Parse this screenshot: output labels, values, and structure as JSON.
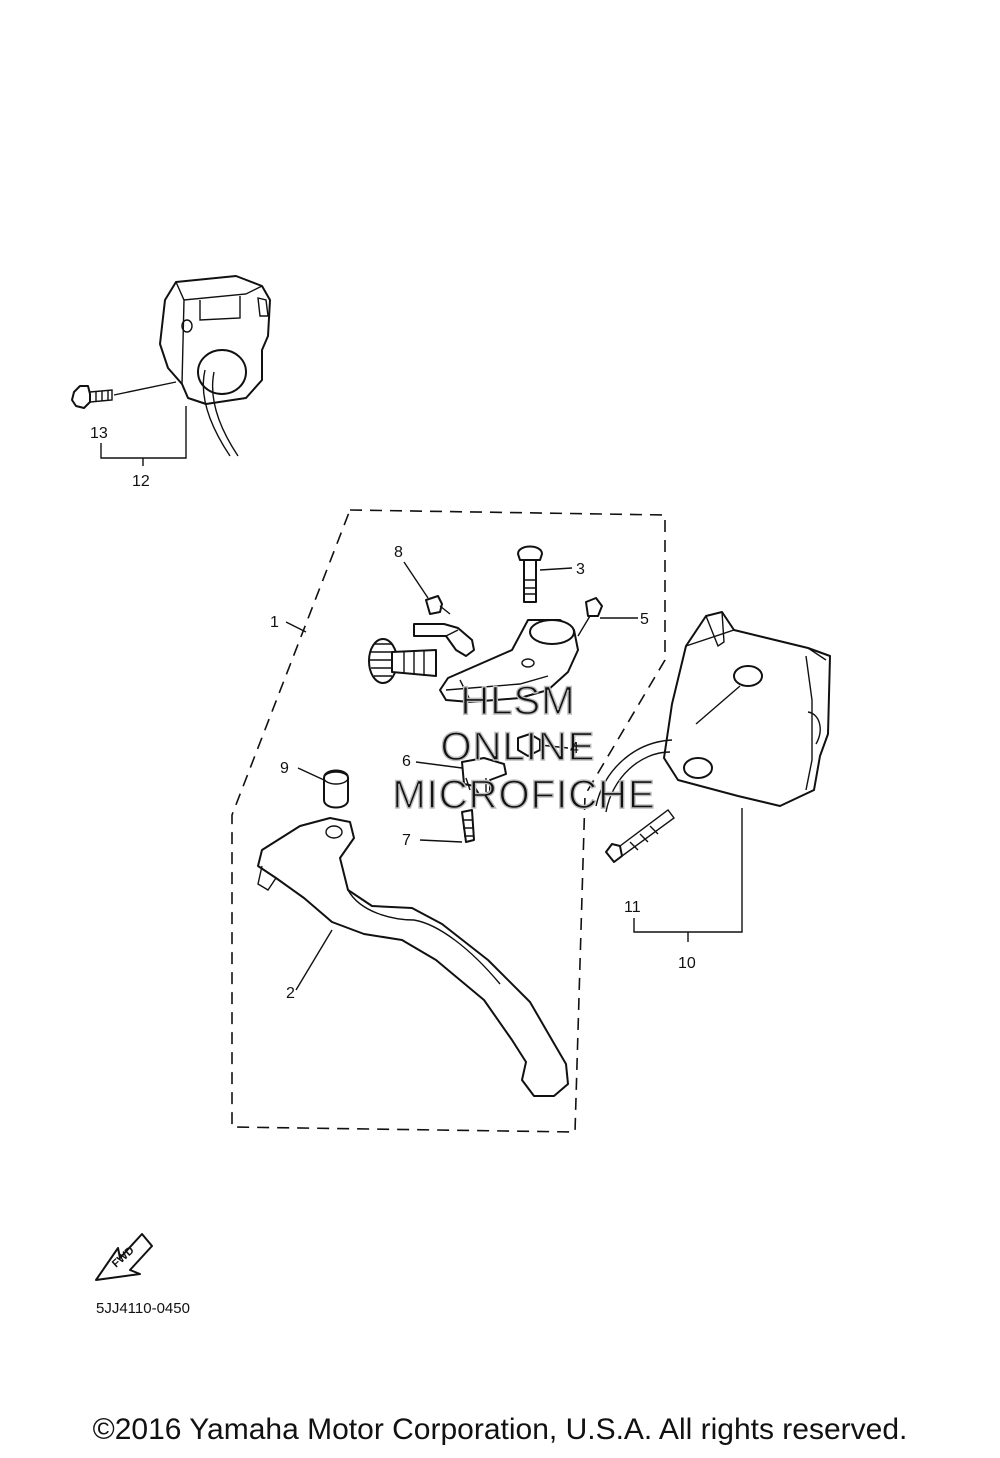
{
  "diagram": {
    "part_labels": {
      "p1": "1",
      "p2": "2",
      "p3": "3",
      "p4": "4",
      "p5": "5",
      "p6": "6",
      "p7": "7",
      "p8": "8",
      "p9": "9",
      "p10": "10",
      "p11": "11",
      "p12": "12",
      "p13": "13"
    },
    "fwd_arrow_text": "FWD",
    "drawing_code": "5JJ4110-0450",
    "watermark": [
      "HLSM",
      "ONLINE",
      "MICROFICHE"
    ]
  },
  "footer": {
    "copyright": "©2016 Yamaha Motor Corporation, U.S.A. All rights reserved."
  }
}
